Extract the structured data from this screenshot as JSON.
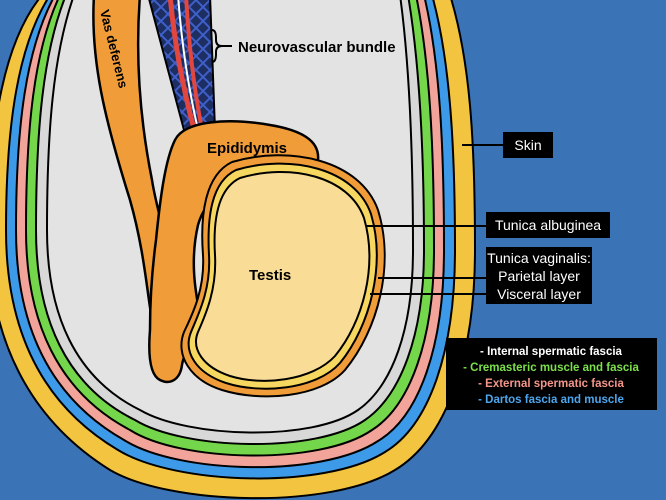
{
  "labels": {
    "vas_deferens": "Vas deferens",
    "neurovascular_bundle": "Neurovascular bundle",
    "epididymis": "Epididymis",
    "testis": "Testis",
    "skin": "Skin",
    "tunica_albuginea": "Tunica albuginea",
    "tunica_vaginalis_title": "Tunica vaginalis:",
    "parietal_layer": "Parietal layer",
    "visceral_layer": "Visceral layer"
  },
  "legend": {
    "items": [
      {
        "text": "- Internal spermatic fascia",
        "color": "#ffffff"
      },
      {
        "text": "- Cremasteric muscle and fascia",
        "color": "#7be04a"
      },
      {
        "text": "- External spermatic fascia",
        "color": "#f4958a"
      },
      {
        "text": "- Dartos fascia and muscle",
        "color": "#4ea6ee"
      }
    ]
  },
  "colors": {
    "background": "#3a73b6",
    "skin": "#f2c43f",
    "dartos": "#3d9ae8",
    "external_fascia": "#f2a39a",
    "cremasteric": "#74d64a",
    "internal_fascia": "#d8d8d8",
    "cavity": "#e3e3e3",
    "epididymis": "#f09c38",
    "testis": "#f9dc96",
    "tunica_albuginea": "#f6d860",
    "label_box": "#000000"
  }
}
